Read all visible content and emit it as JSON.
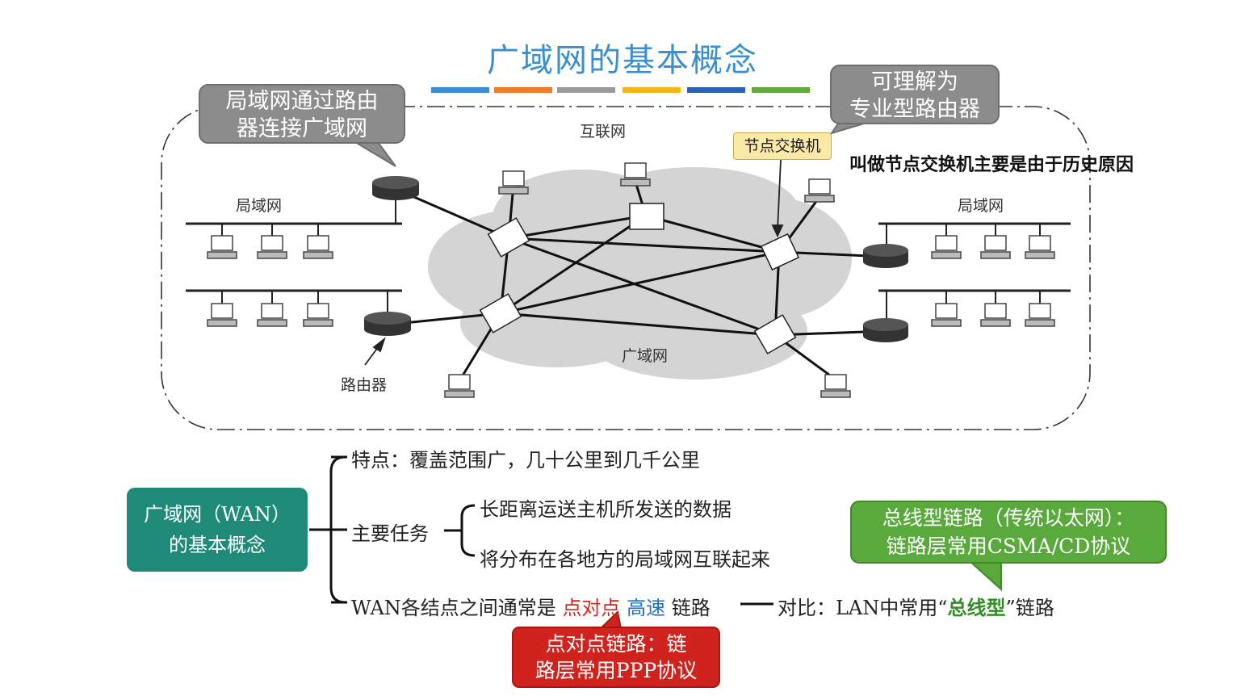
{
  "title": "广域网的基本概念",
  "colors": {
    "title": "#3a8fd0",
    "bars": [
      "#3d8ed8",
      "#ef7d2b",
      "#9a9a9a",
      "#f3b51c",
      "#2b62b8",
      "#63a83e"
    ],
    "teal_box": "#1f8a78",
    "green_callout": "#5aa93c",
    "red_callout": "#d0231d",
    "grey_callout": "#8c8c8c",
    "node_label": "#fbe9a8",
    "cloud": "#d4d4d4"
  },
  "diagram": {
    "callout_left_line1": "局域网通过路由",
    "callout_left_line2": "器连接广域网",
    "callout_right_line1": "可理解为",
    "callout_right_line2": "专业型路由器",
    "internet_label": "互联网",
    "node_switch_label": "节点交换机",
    "history_note": "叫做节点交换机主要是由于历史原因",
    "lan_left": "局域网",
    "lan_right": "局域网",
    "wan_label": "广域网",
    "router_label": "路由器"
  },
  "mindmap": {
    "root_line1": "广域网（WAN）",
    "root_line2": "的基本概念",
    "feature": "特点：覆盖范围广，几十公里到几千公里",
    "task": "主要任务",
    "task_1": "长距离运送主机所发送的数据",
    "task_2": "将分布在各地方的局域网互联起来",
    "link_prefix": "WAN各结点之间通常是 ",
    "link_p2p": "点对点",
    "link_space": " ",
    "link_highspeed": "高速",
    "link_suffix": " 链路",
    "compare_prefix": "对比：LAN中常用“",
    "compare_bus": "总线型",
    "compare_suffix": "”链路",
    "green_callout_line1": "总线型链路（传统以太网）：",
    "green_callout_line2": "链路层常用CSMA/CD协议",
    "red_callout_line1": "点对点链路：链",
    "red_callout_line2": "路层常用PPP协议"
  }
}
